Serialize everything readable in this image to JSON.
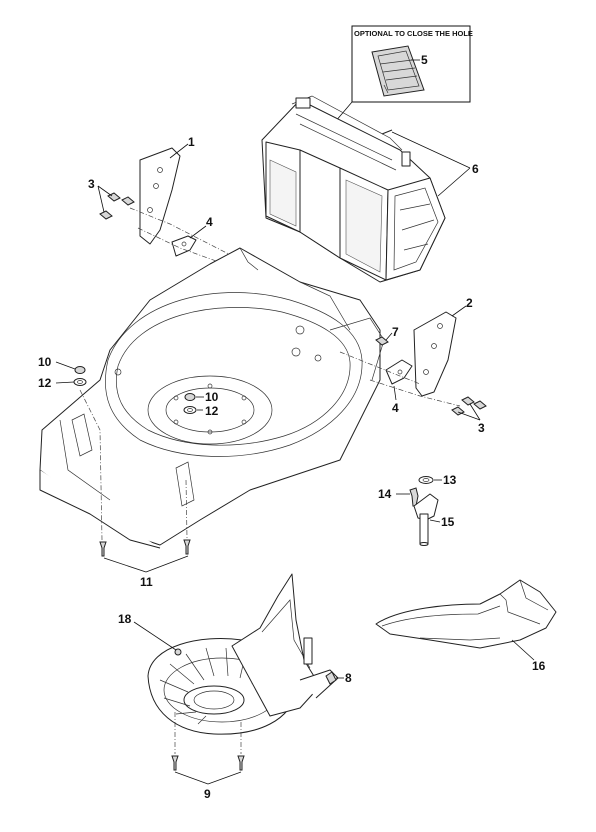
{
  "note": {
    "text": "OPTIONAL TO CLOSE THE HOLE"
  },
  "callouts": {
    "c1": "1",
    "c2": "2",
    "c3a": "3",
    "c3b": "3",
    "c4a": "4",
    "c4b": "4",
    "c5": "5",
    "c6": "6",
    "c7": "7",
    "c8": "8",
    "c9": "9",
    "c10a": "10",
    "c10b": "10",
    "c11": "11",
    "c12a": "12",
    "c12b": "12",
    "c13": "13",
    "c14": "14",
    "c15": "15",
    "c16": "16",
    "c18": "18"
  }
}
